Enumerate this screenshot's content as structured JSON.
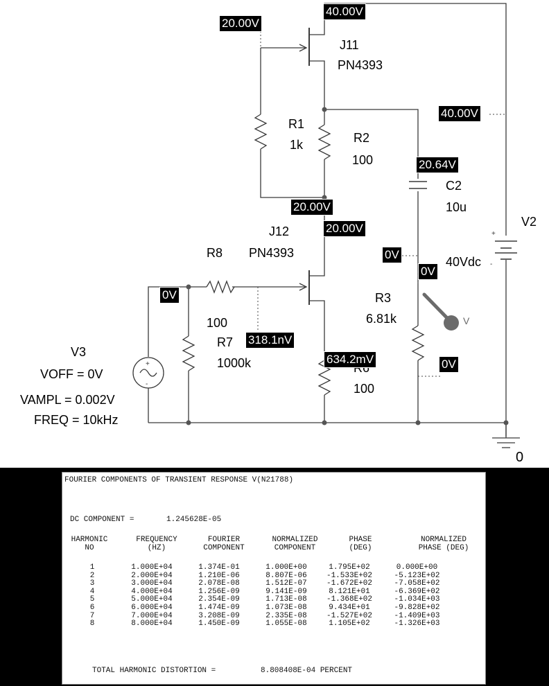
{
  "schematic": {
    "components": {
      "j11": {
        "name": "J11",
        "part": "PN4393"
      },
      "j12": {
        "name": "J12",
        "part": "PN4393"
      },
      "r1": {
        "name": "R1",
        "value": "1k"
      },
      "r2": {
        "name": "R2",
        "value": "100"
      },
      "r3": {
        "name": "R3",
        "value": "6.81k"
      },
      "r6": {
        "name": "R6",
        "value": "100"
      },
      "r7": {
        "name": "R7",
        "value": "1000k"
      },
      "r8": {
        "name": "R8",
        "value": "100"
      },
      "c2": {
        "name": "C2",
        "value": "10u"
      },
      "v2": {
        "name": "V2",
        "value": "40Vdc"
      },
      "v3": {
        "name": "V3",
        "voff": "VOFF = 0V",
        "vampl": "VAMPL = 0.002V",
        "freq": "FREQ = 10kHz"
      },
      "ground": {
        "label": "0"
      },
      "probe": {
        "label": "V"
      }
    },
    "voltage_markers": {
      "j11_gate": "20.00V",
      "j11_drain": "40.00V",
      "v2_plus": "40.00V",
      "c2_top": "20.64V",
      "j12_drain_left": "20.00V",
      "j12_drain_right": "20.00V",
      "c2_bottom": "0V",
      "r3_top": "0V",
      "v3_out": "0V",
      "j12_gate": "318.1nV",
      "j12_source": "634.2mV",
      "r3_bottom": "0V"
    }
  },
  "fourier": {
    "title": "FOURIER COMPONENTS OF TRANSIENT RESPONSE V(N21788)",
    "dc_label": "DC COMPONENT =",
    "dc_value": "1.245628E-05",
    "headers": [
      [
        "HARMONIC",
        "NO"
      ],
      [
        "FREQUENCY",
        "(HZ)"
      ],
      [
        "FOURIER",
        "COMPONENT"
      ],
      [
        "NORMALIZED",
        "COMPONENT"
      ],
      [
        "PHASE",
        "(DEG)"
      ],
      [
        "NORMALIZED",
        "PHASE (DEG)"
      ]
    ],
    "rows": [
      [
        "1",
        "1.000E+04",
        "1.374E-01",
        "1.000E+00",
        "1.795E+02",
        "0.000E+00"
      ],
      [
        "2",
        "2.000E+04",
        "1.210E-06",
        "8.807E-06",
        "-1.533E+02",
        "-5.123E+02"
      ],
      [
        "3",
        "3.000E+04",
        "2.078E-08",
        "1.512E-07",
        "-1.672E+02",
        "-7.058E+02"
      ],
      [
        "4",
        "4.000E+04",
        "1.256E-09",
        "9.141E-09",
        "8.121E+01",
        "-6.369E+02"
      ],
      [
        "5",
        "5.000E+04",
        "2.354E-09",
        "1.713E-08",
        "-1.368E+02",
        "-1.034E+03"
      ],
      [
        "6",
        "6.000E+04",
        "1.474E-09",
        "1.073E-08",
        "9.434E+01",
        "-9.828E+02"
      ],
      [
        "7",
        "7.000E+04",
        "3.208E-09",
        "2.335E-08",
        "-1.527E+02",
        "-1.409E+03"
      ],
      [
        "8",
        "8.000E+04",
        "1.450E-09",
        "1.055E-08",
        "1.105E+02",
        "-1.326E+03"
      ]
    ],
    "thd_label": "TOTAL HARMONIC DISTORTION =",
    "thd_value": "8.808408E-04 PERCENT"
  },
  "colors": {
    "wire": "#3a3a3a",
    "marker_bg": "#000000",
    "probe": "#6b6b6b"
  }
}
